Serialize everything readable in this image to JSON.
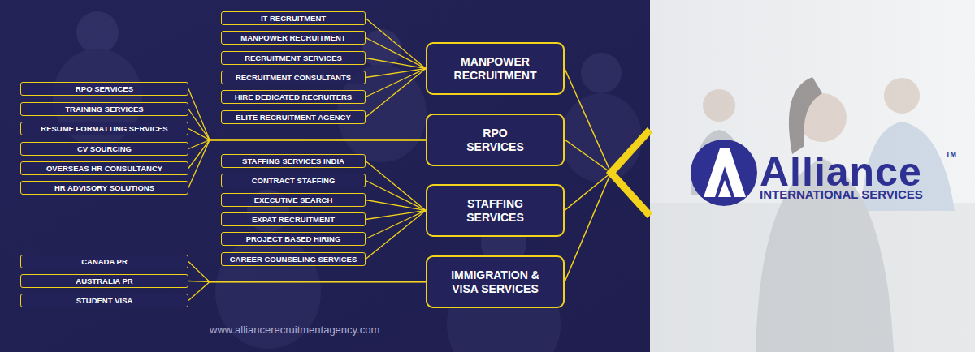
{
  "diagram": {
    "nodes": [
      {
        "text": [
          "IT RECRUITMENT"
        ]
      },
      {
        "text": [
          "MANPOWER RECRUITMENT"
        ]
      },
      {
        "text": [
          "RECRUITMENT SERVICES"
        ]
      },
      {
        "text": [
          "RECRUITMENT CONSULTANTS"
        ]
      },
      {
        "text": [
          "HIRE DEDICATED RECRUITERS"
        ]
      },
      {
        "text": [
          "ELITE RECRUITMENT AGENCY"
        ]
      },
      {
        "text": [
          "MANPOWER RECRUITMENT"
        ]
      },
      {
        "text": [
          "RPO SERVICES"
        ]
      },
      {
        "text": [
          "TRAINING SERVICES"
        ]
      },
      {
        "text": [
          "RESUME FORMATTING SERVICES"
        ]
      },
      {
        "text": [
          "CV SOURCING"
        ]
      },
      {
        "text": [
          "OVERSEAS HR CONSULTANCY"
        ]
      },
      {
        "text": [
          "HR ADVISORY SOLUTIONS"
        ]
      },
      {
        "text": [
          "RPO SERVICES"
        ]
      },
      {
        "text": [
          "STAFFING SERVICES INDIA"
        ]
      },
      {
        "text": [
          "CONTRACT STAFFING"
        ]
      },
      {
        "text": [
          "EXECUTIVE SEARCH"
        ]
      },
      {
        "text": [
          "EXPAT RECRUITMENT"
        ]
      },
      {
        "text": [
          "PROJECT BASED HIRING"
        ]
      },
      {
        "text": [
          "CAREER COUNSELING SERVICES"
        ]
      },
      {
        "text": [
          "STAFFING SERVICES"
        ]
      },
      {
        "text": [
          "CANADA PR"
        ]
      },
      {
        "text": [
          "AUSTRALIA PR"
        ]
      },
      {
        "text": [
          "STUDENT VISA"
        ]
      },
      {
        "text": [
          "IMMIGRATION & VISA SERVICES"
        ]
      }
    ],
    "edges": [
      {
        "from": 0,
        "to": 6,
        "arrow": "none"
      },
      {
        "from": 1,
        "to": 6,
        "arrow": "none"
      },
      {
        "from": 2,
        "to": 6,
        "arrow": "none"
      },
      {
        "from": 3,
        "to": 6,
        "arrow": "none"
      },
      {
        "from": 4,
        "to": 6,
        "arrow": "none"
      },
      {
        "from": 5,
        "to": 6,
        "arrow": "none"
      },
      {
        "from": 7,
        "to": 13,
        "arrow": "none"
      },
      {
        "from": 8,
        "to": 13,
        "arrow": "none"
      },
      {
        "from": 9,
        "to": 13,
        "arrow": "none"
      },
      {
        "from": 10,
        "to": 13,
        "arrow": "none"
      },
      {
        "from": 11,
        "to": 13,
        "arrow": "none"
      },
      {
        "from": 12,
        "to": 13,
        "arrow": "none"
      },
      {
        "from": 14,
        "to": 20,
        "arrow": "none"
      },
      {
        "from": 15,
        "to": 20,
        "arrow": "none"
      },
      {
        "from": 16,
        "to": 20,
        "arrow": "none"
      },
      {
        "from": 17,
        "to": 20,
        "arrow": "none"
      },
      {
        "from": 18,
        "to": 20,
        "arrow": "none"
      },
      {
        "from": 19,
        "to": 20,
        "arrow": "none"
      },
      {
        "from": 21,
        "to": 24,
        "arrow": "none"
      },
      {
        "from": 22,
        "to": 24,
        "arrow": "none"
      },
      {
        "from": 23,
        "to": 24,
        "arrow": "none"
      }
    ],
    "labels": [
      "www.alliancerecruitmentagency.com",
      "Alliance",
      "TM",
      "INTERNATIONAL SERVICES"
    ]
  }
}
